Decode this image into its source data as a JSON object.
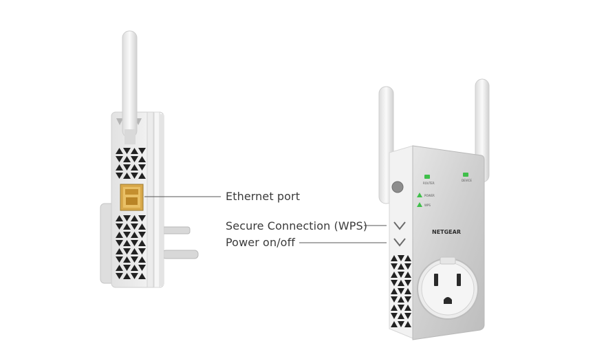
{
  "callouts": {
    "ethernet": "Ethernet port",
    "wps": "Secure Connection (WPS)",
    "power": "Power on/off"
  },
  "device": {
    "brand": "NETGEAR",
    "led_router": "ROUTER",
    "led_device": "DEVICE",
    "led_power": "POWER",
    "led_wps": "WPS"
  },
  "colors": {
    "led_green": "#3fbf4a",
    "ethernet_port": "#e4b84a",
    "body_white": "#f4f4f4",
    "panel_gray": "#c9c9c9",
    "text": "#3a3a3a"
  }
}
